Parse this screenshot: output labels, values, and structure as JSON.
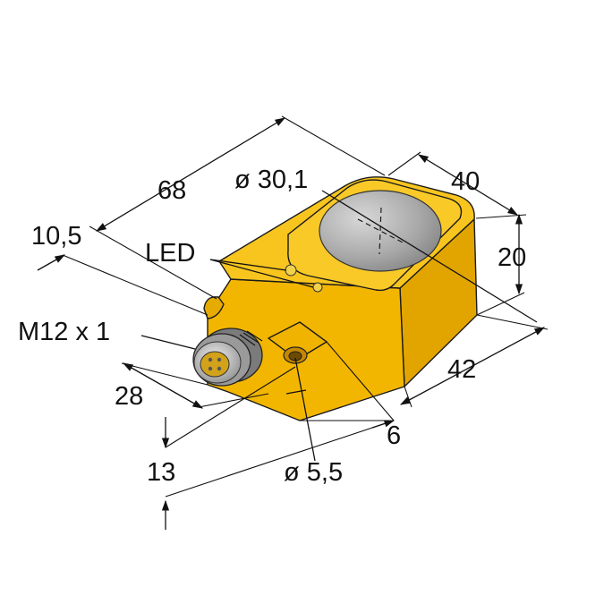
{
  "labels": {
    "dim_68": "68",
    "dim_diameter_30_1": "ø 30,1",
    "dim_40": "40",
    "dim_10_5": "10,5",
    "led": "LED",
    "dim_20": "20",
    "thread": "M12 x 1",
    "dim_42": "42",
    "dim_28": "28",
    "dim_6": "6",
    "dim_13": "13",
    "dim_diameter_5_5": "ø 5,5"
  },
  "colors": {
    "housing_top": "#f7c31b",
    "housing_front": "#f2b500",
    "housing_side": "#e0a300",
    "sensing_face": "#a9a9a9",
    "connector_metal": "#8c8c8c",
    "lines": "#111111"
  }
}
